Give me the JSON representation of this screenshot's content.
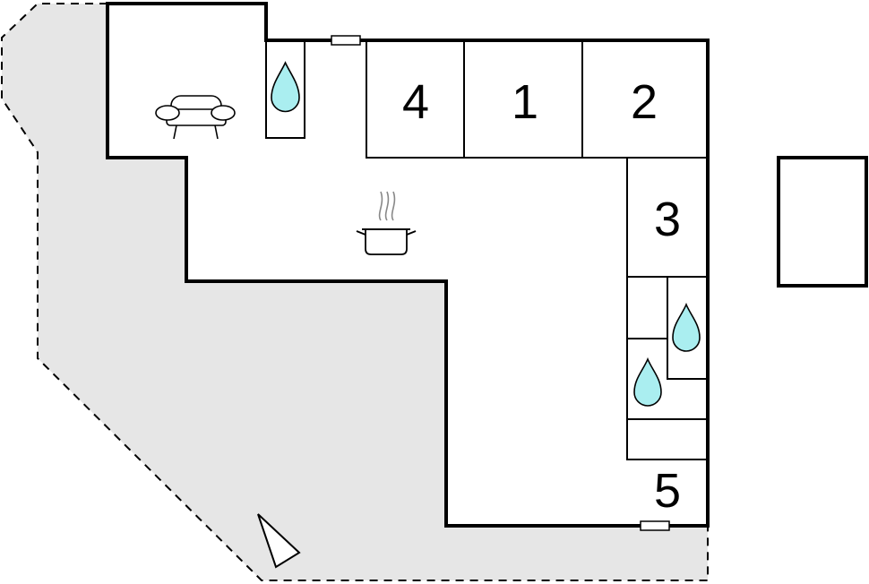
{
  "colors": {
    "terrace": "#e6e6e6",
    "wall": "#000000",
    "background": "#ffffff",
    "water": "#aaeef0"
  },
  "rooms": [
    {
      "label": "4"
    },
    {
      "label": "1"
    },
    {
      "label": "2"
    },
    {
      "label": "3"
    },
    {
      "label": "5"
    }
  ],
  "icons": {
    "sofa": "sofa-icon",
    "kitchen": "cooking-pot-icon",
    "water": "water-drop-icon",
    "north": "north-arrow-icon"
  }
}
